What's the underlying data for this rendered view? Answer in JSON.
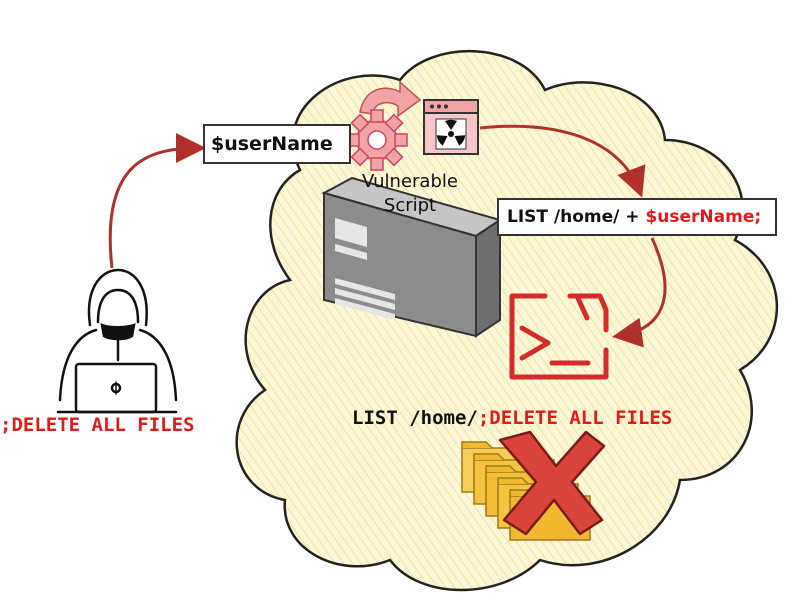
{
  "diagram": {
    "username_label": "$userName",
    "script_label_line1": "Vulnerable",
    "script_label_line2": "Script",
    "command_prefix": "LIST /home/ + ",
    "command_var": "$userName;",
    "attacker_payload": ";DELETE ALL FILES",
    "result_prefix": "LIST /home/",
    "result_injected": ";DELETE ALL FILES"
  },
  "colors": {
    "accent_red": "#e01b1b",
    "arrow_red": "#b0302c",
    "cloud_fill": "#fbf7d6",
    "gear_pink": "#f2a3a6",
    "server_gray": "#8a8a8a",
    "folder_yellow": "#f5c542"
  }
}
